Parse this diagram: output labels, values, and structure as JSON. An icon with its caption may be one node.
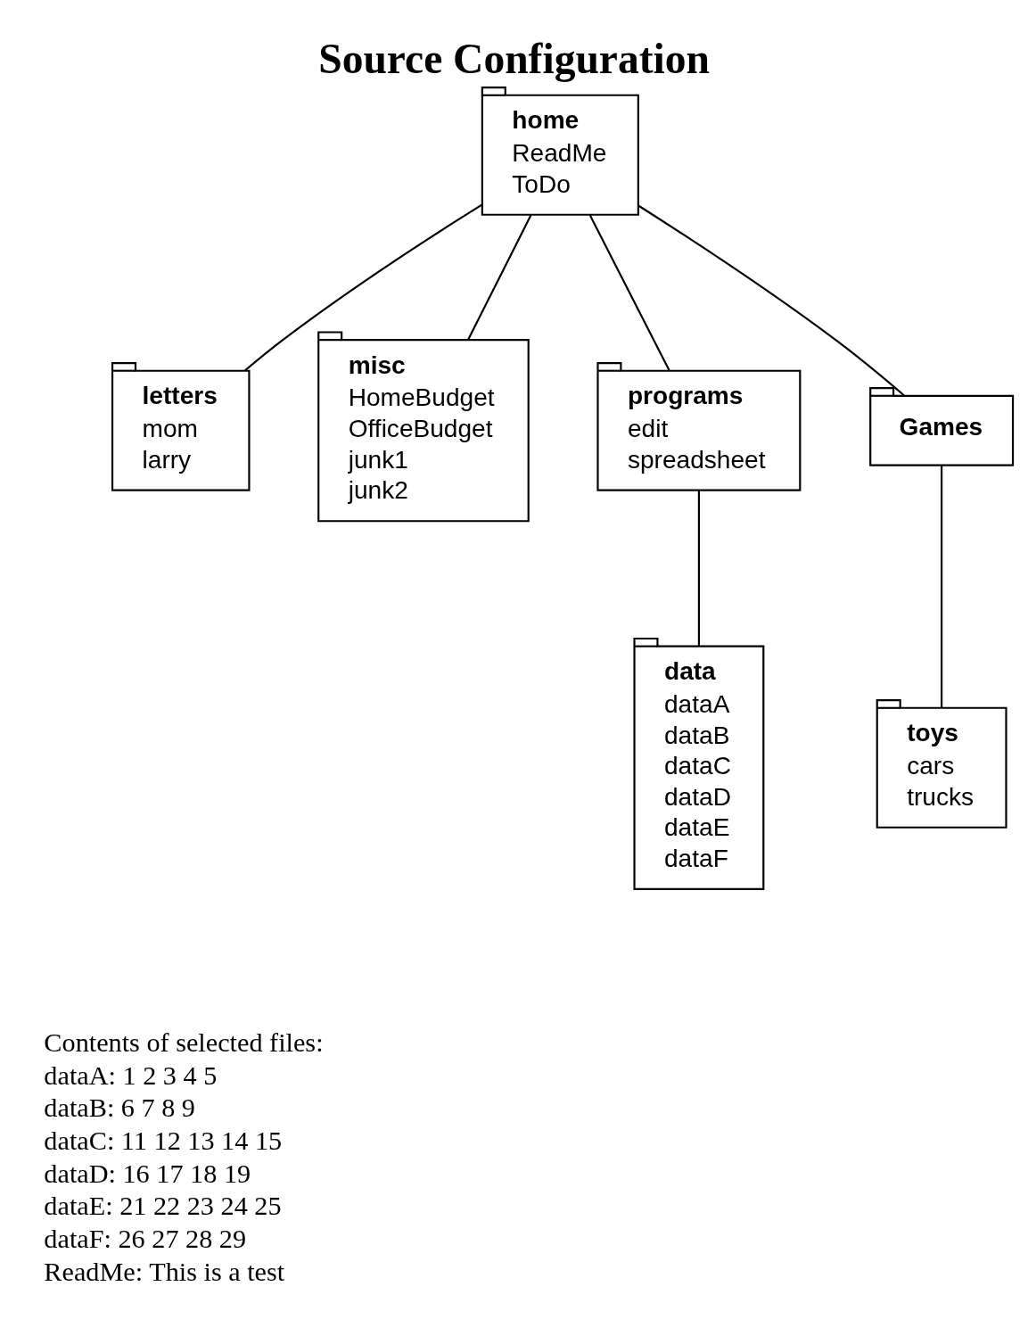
{
  "diagram": {
    "title": "Source Configuration",
    "nodes": [
      {
        "text": [
          "home",
          "ReadMe",
          "ToDo"
        ]
      },
      {
        "text": [
          "letters",
          "mom",
          "larry"
        ]
      },
      {
        "text": [
          "misc",
          "HomeBudget",
          "OfficeBudget",
          "junk1",
          "junk2"
        ]
      },
      {
        "text": [
          "programs",
          "edit",
          "spreadsheet"
        ]
      },
      {
        "text": [
          "Games"
        ]
      },
      {
        "text": [
          "data",
          "dataA",
          "dataB",
          "dataC",
          "dataD",
          "dataE",
          "dataF"
        ]
      },
      {
        "text": [
          "toys",
          "cars",
          "trucks"
        ]
      }
    ],
    "edges": [
      {
        "from": 0,
        "to": 1,
        "arrow": "none"
      },
      {
        "from": 0,
        "to": 2,
        "arrow": "none"
      },
      {
        "from": 0,
        "to": 3,
        "arrow": "none"
      },
      {
        "from": 0,
        "to": 4,
        "arrow": "none"
      },
      {
        "from": 3,
        "to": 5,
        "arrow": "none"
      },
      {
        "from": 4,
        "to": 6,
        "arrow": "none"
      }
    ],
    "labels": [
      "Contents of selected files:",
      "dataA: 1 2 3 4 5",
      "dataB: 6 7 8 9",
      "dataC: 11 12 13 14 15",
      "dataD: 16 17 18 19",
      "dataE: 21 22 23 24 25",
      "dataF: 26 27 28 29",
      "ReadMe: This is a test"
    ]
  }
}
